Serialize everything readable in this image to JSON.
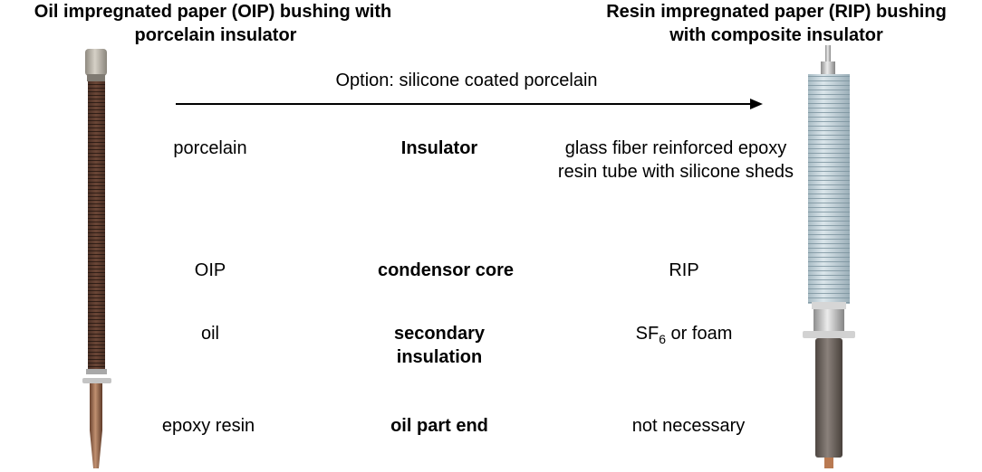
{
  "left_title": {
    "line1": "Oil impregnated paper (OIP) bushing with",
    "line2": "porcelain insulator"
  },
  "right_title": {
    "line1": "Resin impregnated paper (RIP) bushing",
    "line2": "with composite insulator"
  },
  "option_label": "Option: silicone coated porcelain",
  "rows": [
    {
      "left": "porcelain",
      "middle": "Insulator",
      "right_line1": "glass fiber reinforced epoxy",
      "right_line2": "resin tube with silicone sheds"
    },
    {
      "left": "OIP",
      "middle": "condensor core",
      "right": "RIP"
    },
    {
      "left": "oil",
      "middle_line1": "secondary",
      "middle_line2": "insulation",
      "right_prefix": "SF",
      "right_sub": "6",
      "right_suffix": " or foam"
    },
    {
      "left": "epoxy resin",
      "middle": "oil part end",
      "right": "not necessary"
    }
  ],
  "colors": {
    "porcelain_brown": "#4a2f26",
    "cap_gray": "#b9b4aa",
    "copper": "#9a6a4c",
    "composite_blue": "#b9cbd3",
    "metal": "#c9c9c9",
    "rubber_gray": "#6f6660"
  }
}
